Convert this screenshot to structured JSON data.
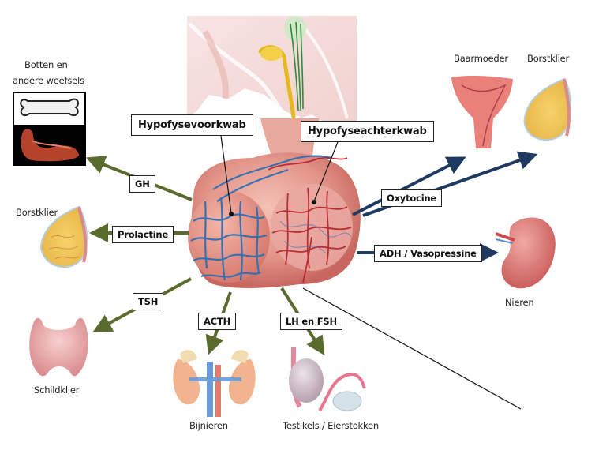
{
  "structures": {
    "anterior_lobe": "Hypofysevoorkwab",
    "posterior_lobe": "Hypofyseachterkwab"
  },
  "hormones": {
    "gh": "GH",
    "prolactin": "Prolactine",
    "tsh": "TSH",
    "acth": "ACTH",
    "lh_fsh": "LH en FSH",
    "oxytocin": "Oxytocine",
    "adh": "ADH / Vasopressine"
  },
  "targets": {
    "bones_line1": "Botten en",
    "bones_line2": "andere weefsels",
    "breast_left": "Borstklier",
    "thyroid": "Schildklier",
    "adrenals": "Bijnieren",
    "gonads": "Testikels / Eierstokken",
    "uterus": "Baarmoeder",
    "breast_right": "Borstklier",
    "kidneys": "Nieren"
  },
  "colors": {
    "anterior_arrow": "#5a6b2e",
    "posterior_arrow": "#1f3a60",
    "vein_blue": "#2f6fb5",
    "artery_red": "#b2222a",
    "gland_pink": "#e4968a"
  }
}
